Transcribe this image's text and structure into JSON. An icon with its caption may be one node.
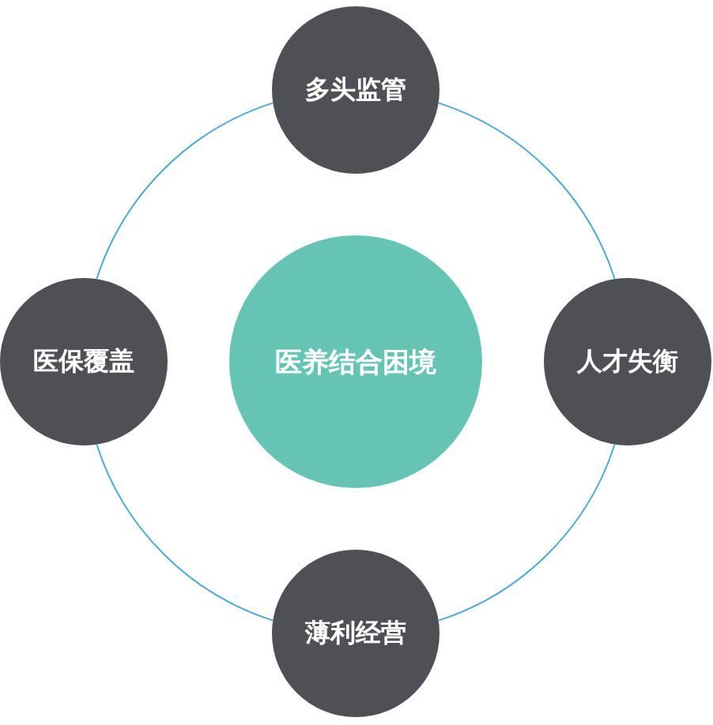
{
  "diagram": {
    "nodes": [
      {
        "text": [
          "医养结合困境"
        ]
      },
      {
        "text": [
          "多头监管"
        ]
      },
      {
        "text": [
          "人才失衡"
        ]
      },
      {
        "text": [
          "薄利经营"
        ]
      },
      {
        "text": [
          "医保覆盖"
        ]
      }
    ],
    "edges": [
      {
        "from": 1,
        "to": 2,
        "arrow": "none"
      },
      {
        "from": 2,
        "to": 3,
        "arrow": "none"
      },
      {
        "from": 3,
        "to": 4,
        "arrow": "none"
      },
      {
        "from": 4,
        "to": 1,
        "arrow": "none"
      }
    ]
  }
}
